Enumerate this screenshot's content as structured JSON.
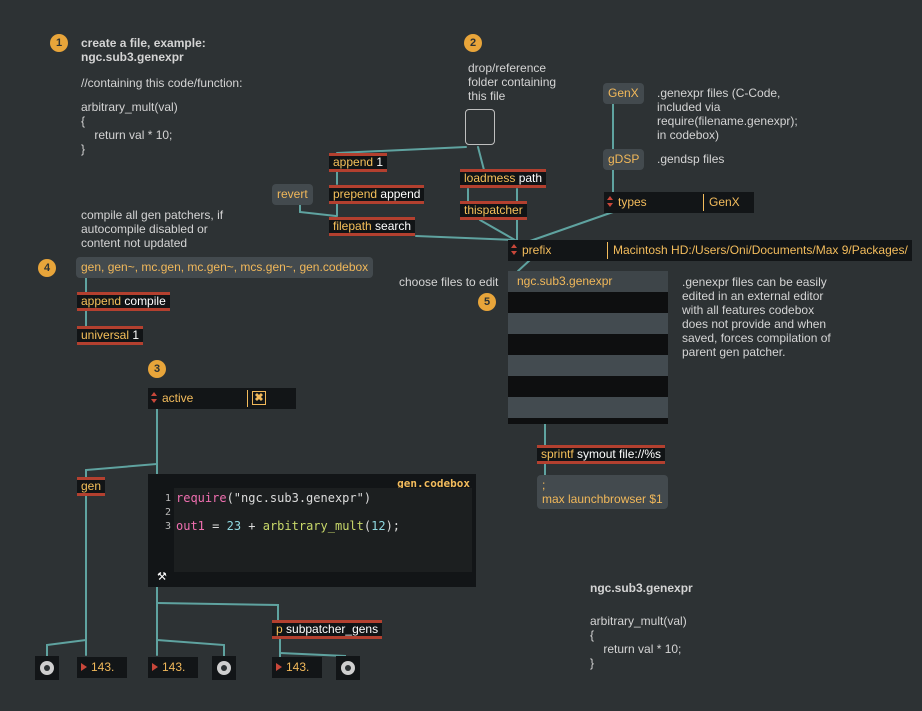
{
  "steps": {
    "s1": "1",
    "s2": "2",
    "s3": "3",
    "s4": "4",
    "s5": "5"
  },
  "comments": {
    "c1_title": "create a file, example:\nngc.sub3.genexpr",
    "c1_body": "//containing this code/function:",
    "c1_code": "arbitrary_mult(val)\n{\n    return val * 10;\n}",
    "c2": "drop/reference\nfolder containing\nthis file",
    "genx_desc": ".genexpr files (C-Code,\nincluded via\nrequire(filename.genexpr);\nin codebox)",
    "gdsp_desc": ".gendsp files",
    "c4": "compile all gen patchers, if\nautocompile disabled or\ncontent not updated",
    "choose": "choose files to edit",
    "c5": ".genexpr files can be easily\nedited in an external editor\nwith all features codebox\ndoes not provide and when\nsaved, forces compilation of\nparent gen patcher.",
    "bottom_title": "ngc.sub3.genexpr",
    "bottom_code": "arbitrary_mult(val)\n{\n    return val * 10;\n}"
  },
  "objects": {
    "append1": {
      "cls": "append",
      "arg": "1"
    },
    "prepend": {
      "cls": "prepend",
      "arg": "append"
    },
    "filepath": {
      "cls": "filepath",
      "arg": "search"
    },
    "loadmess": {
      "cls": "loadmess",
      "arg": "path"
    },
    "thispatcher": {
      "cls": "thispatcher",
      "arg": ""
    },
    "append_compile": {
      "cls": "append",
      "arg": "compile"
    },
    "universal": {
      "cls": "universal",
      "arg": "1"
    },
    "gen": {
      "cls": "gen",
      "arg": ""
    },
    "sprintf": {
      "cls": "sprintf",
      "arg": "symout file://%s"
    },
    "subpatcher": {
      "cls": "p",
      "arg": "subpatcher_gens"
    }
  },
  "messages": {
    "revert": "revert",
    "genx": "GenX",
    "gdsp": "gDSP",
    "gen_list": "gen, gen~, mc.gen, mc.gen~, mcs.gen~, gen.codebox",
    "launch_l1": ";",
    "launch_l2": "max launchbrowser $1"
  },
  "attrui": {
    "types": {
      "name": "types",
      "value": "GenX"
    },
    "prefix": {
      "name": "prefix",
      "value": "Macintosh HD:/Users/Oni/Documents/Max 9/Packages/"
    },
    "active": {
      "name": "active",
      "value": "✖"
    }
  },
  "umenu": {
    "selected": "ngc.sub3.genexpr"
  },
  "codebox": {
    "title": "gen.codebox",
    "line_numbers": [
      "1",
      "2",
      "3"
    ],
    "l1_fn": "require",
    "l1_str": "(\"ngc.sub3.genexpr\")",
    "l3_out": "out1",
    "l3_eq": " = ",
    "l3_n1": "23",
    "l3_plus": " + ",
    "l3_fn": "arbitrary_mult",
    "l3_p1": "(",
    "l3_n2": "12",
    "l3_p2": ");"
  },
  "numbers": {
    "n1": "143.",
    "n2": "143.",
    "n3": "143."
  },
  "colors": {
    "background": "#2d3234",
    "object_border": "#b3402f",
    "accent": "#f1b85a",
    "cord": "#5fa3a0",
    "step_badge": "#e8a53a"
  }
}
